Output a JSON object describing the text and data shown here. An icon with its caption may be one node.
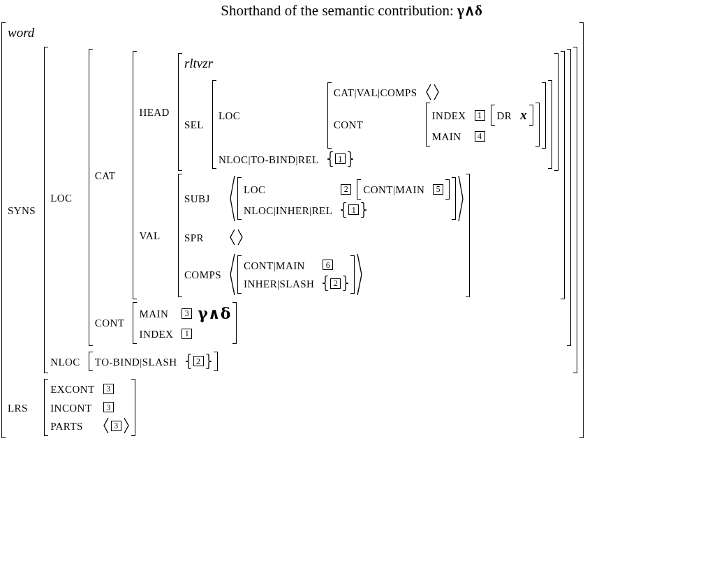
{
  "diagram": {
    "title": "Shorthand of the semantic contribution: **γ∧δ**",
    "nodes": [
      {
        "text": [
          "word",
          "SYNS",
          "LRS"
        ]
      },
      {
        "text": [
          "LOC",
          "NLOC"
        ],
        "in": 0
      },
      {
        "text": [
          "CAT",
          "CONT"
        ],
        "in": 1
      },
      {
        "text": [
          "HEAD",
          "VAL"
        ],
        "in": 2
      },
      {
        "text": [
          "rltvzr",
          "SEL"
        ],
        "in": 3
      },
      {
        "text": [
          "LOC",
          "NLOC|TO-BIND|REL"
        ],
        "in": 4
      },
      {
        "text": [
          "CAT|VAL|COMPS",
          "CONT"
        ],
        "in": 5
      },
      {
        "text": [
          "INDEX",
          "MAIN"
        ],
        "in": 6
      },
      {
        "text": [
          "1"
        ],
        "in": 7
      },
      {
        "text": [
          "DR",
          "x"
        ],
        "in": 7
      },
      {
        "text": [
          "4"
        ],
        "in": 7
      },
      {
        "text": [
          "1"
        ],
        "in": 5
      },
      {
        "text": [
          "SUBJ",
          "SPR",
          "COMPS"
        ],
        "in": 3
      },
      {
        "text": [
          "LOC",
          "NLOC|INHER|REL"
        ],
        "in": 12
      },
      {
        "text": [
          "2"
        ],
        "in": 13
      },
      {
        "text": [
          "CONT|MAIN"
        ],
        "in": 13
      },
      {
        "text": [
          "5"
        ],
        "in": 15
      },
      {
        "text": [
          "1"
        ],
        "in": 13
      },
      {
        "text": [
          "CONT|MAIN",
          "INHER|SLASH"
        ],
        "in": 12
      },
      {
        "text": [
          "6"
        ],
        "in": 18
      },
      {
        "text": [
          "2"
        ],
        "in": 18
      },
      {
        "text": [
          "MAIN",
          "γ∧δ",
          "INDEX"
        ],
        "in": 2
      },
      {
        "text": [
          "3"
        ],
        "in": 21
      },
      {
        "text": [
          "1"
        ],
        "in": 21
      },
      {
        "text": [
          "TO-BIND|SLASH"
        ],
        "in": 1
      },
      {
        "text": [
          "2"
        ],
        "in": 24
      },
      {
        "text": [
          "EXCONT",
          "INCONT",
          "PARTS"
        ],
        "in": 0
      },
      {
        "text": [
          "3"
        ],
        "in": 26
      },
      {
        "text": [
          "3"
        ],
        "in": 26
      },
      {
        "text": [
          "3"
        ],
        "in": 26
      }
    ]
  }
}
